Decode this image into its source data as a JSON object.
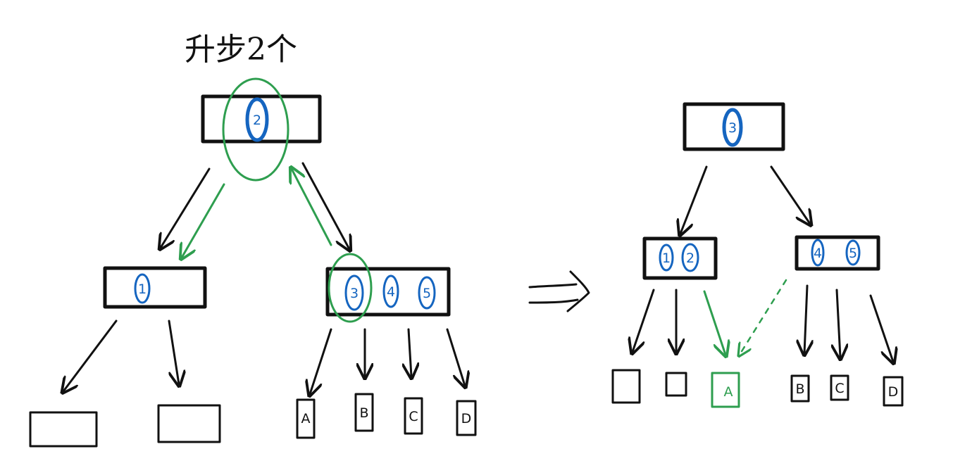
{
  "note": "升步2个",
  "colors": {
    "ink": "#111111",
    "key": "#1565c0",
    "highlight": "#2e9e4f"
  },
  "before": {
    "root": {
      "keys": [
        "2"
      ]
    },
    "left": {
      "keys": [
        "1"
      ]
    },
    "right": {
      "keys": [
        "3",
        "4",
        "5"
      ]
    },
    "right_children": [
      "A",
      "B",
      "C",
      "D"
    ]
  },
  "transform_arrow": "=>",
  "after": {
    "root": {
      "keys": [
        "3"
      ]
    },
    "left": {
      "keys": [
        "1",
        "2"
      ]
    },
    "right": {
      "keys": [
        "4",
        "5"
      ]
    },
    "left_children": [
      "",
      "",
      "A"
    ],
    "right_children": [
      "B",
      "C",
      "D"
    ]
  }
}
